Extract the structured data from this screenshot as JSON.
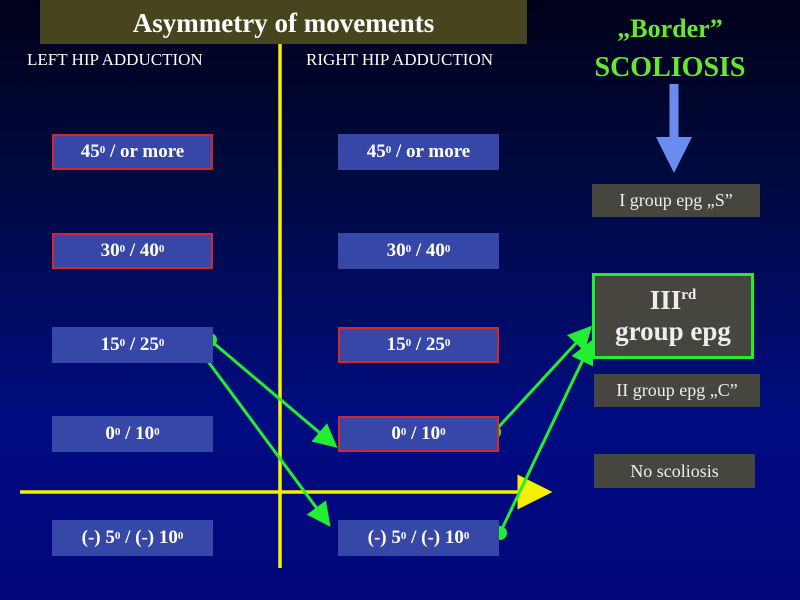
{
  "title": "Asymmetry of movements",
  "left_header": "LEFT HIP ADDUCTION",
  "right_header": "RIGHT HIP ADDUCTION",
  "border_label": "„Border”",
  "scoliosis_label": "SCOLIOSIS",
  "left_boxes": [
    {
      "a": "45",
      "s": "0",
      "b": " / or more",
      "highlighted": true
    },
    {
      "a": "30",
      "s": "0",
      "b": " / 40",
      "s2": "0",
      "highlighted": true
    },
    {
      "a": "15",
      "s": "0",
      "b": " / 25",
      "s2": "0",
      "highlighted": false
    },
    {
      "a": "0",
      "s": "0",
      "b": " / 10",
      "s2": "0",
      "highlighted": false
    },
    {
      "a": "(-) 5",
      "s": "0",
      "b": " / (-) 10",
      "s2": "0",
      "highlighted": false
    }
  ],
  "right_boxes": [
    {
      "a": "45",
      "s": "0",
      "b": " / or more",
      "highlighted": false
    },
    {
      "a": "30",
      "s": "0",
      "b": " / 40",
      "s2": "0",
      "highlighted": false
    },
    {
      "a": "15",
      "s": "0",
      "b": " / 25",
      "s2": "0",
      "highlighted": true
    },
    {
      "a": "0",
      "s": "0",
      "b": " / 10",
      "s2": "0",
      "highlighted": true
    },
    {
      "a": "(-) 5",
      "s": "0",
      "b": " / (-) 10",
      "s2": "0",
      "highlighted": false
    }
  ],
  "groups": {
    "g1": "I group epg „S”",
    "g3_main": "III",
    "g3_sup": "rd",
    "g3_line2": "group epg",
    "g2": "II group epg „C”",
    "none": "No scoliosis"
  },
  "colors": {
    "arrow": "#22ee33",
    "axis": "#f5f000",
    "highlight": "#d42828"
  }
}
